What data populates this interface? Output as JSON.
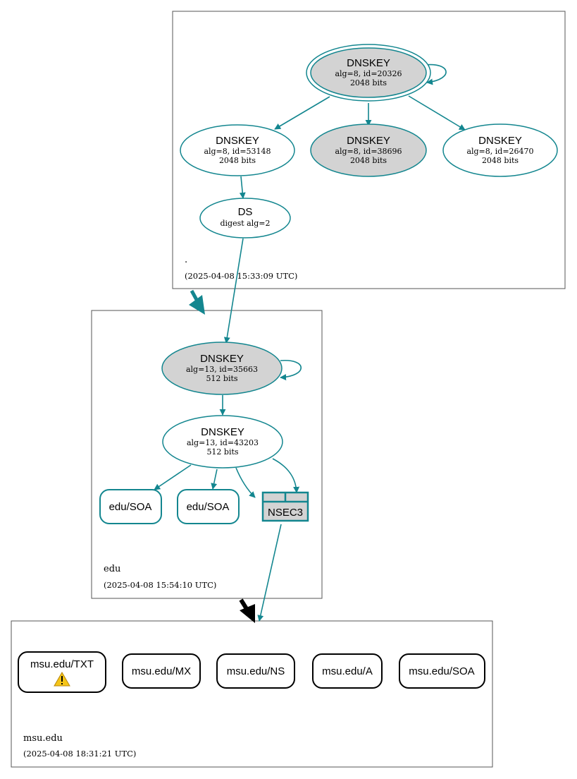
{
  "zones": {
    "root": {
      "name": ".",
      "timestamp": "(2025-04-08 15:33:09 UTC)"
    },
    "edu": {
      "name": "edu",
      "timestamp": "(2025-04-08 15:54:10 UTC)"
    },
    "msu": {
      "name": "msu.edu",
      "timestamp": "(2025-04-08 18:31:21 UTC)"
    }
  },
  "root_keys": {
    "ksk": {
      "title": "DNSKEY",
      "alg": "alg=8, id=20326",
      "bits": "2048 bits"
    },
    "zsk1": {
      "title": "DNSKEY",
      "alg": "alg=8, id=53148",
      "bits": "2048 bits"
    },
    "zsk2": {
      "title": "DNSKEY",
      "alg": "alg=8, id=38696",
      "bits": "2048 bits"
    },
    "zsk3": {
      "title": "DNSKEY",
      "alg": "alg=8, id=26470",
      "bits": "2048 bits"
    },
    "ds": {
      "title": "DS",
      "sub": "digest alg=2"
    }
  },
  "edu_keys": {
    "ksk": {
      "title": "DNSKEY",
      "alg": "alg=13, id=35663",
      "bits": "512 bits"
    },
    "zsk": {
      "title": "DNSKEY",
      "alg": "alg=13, id=43203",
      "bits": "512 bits"
    },
    "soa1": "edu/SOA",
    "soa2": "edu/SOA",
    "nsec3": "NSEC3"
  },
  "msu_records": {
    "txt": "msu.edu/TXT",
    "mx": "msu.edu/MX",
    "ns": "msu.edu/NS",
    "a": "msu.edu/A",
    "soa": "msu.edu/SOA"
  },
  "colors": {
    "edge": "#13868f",
    "grey_fill": "#d3d3d3",
    "warning": "#f5c518"
  },
  "icons": {
    "warning": "warning-icon"
  }
}
